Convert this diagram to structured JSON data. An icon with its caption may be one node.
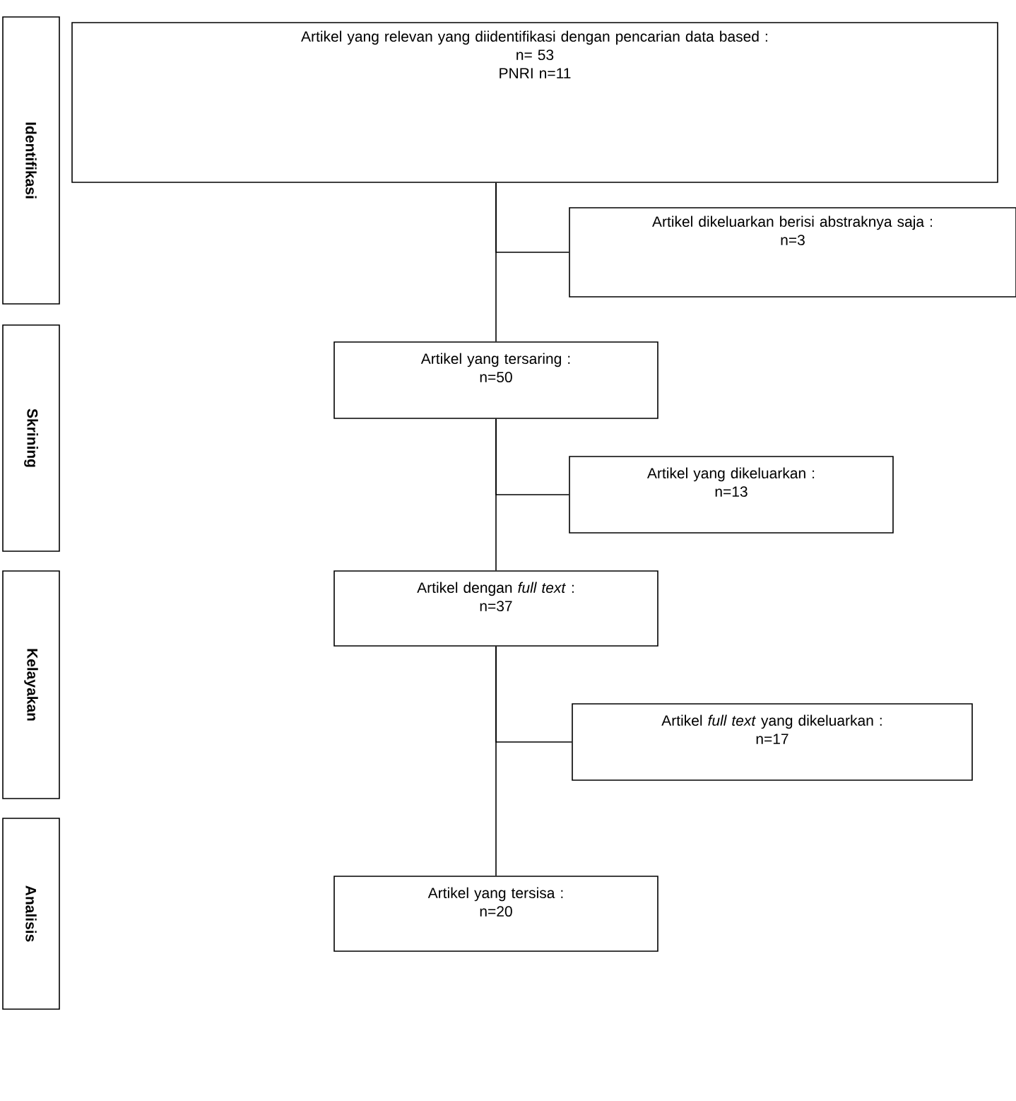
{
  "diagram": {
    "nodes": [
      {
        "text": [
          "Identifikasi"
        ]
      },
      {
        "text": [
          "Skrining"
        ]
      },
      {
        "text": [
          "Kelayakan"
        ]
      },
      {
        "text": [
          "Analisis"
        ]
      },
      {
        "text": [
          "Artikel yang relevan yang diidentifikasi dengan pencarian data based :",
          "n= 53",
          "PNRI n=11"
        ]
      },
      {
        "text": [
          "Artikel dikeluarkan berisi abstraknya saja :",
          "n=3"
        ]
      },
      {
        "text": [
          "Artikel yang tersaring :",
          "n=50"
        ]
      },
      {
        "text": [
          "Artikel yang dikeluarkan :",
          "n=13"
        ]
      },
      {
        "text": [
          "Artikel dengan *full text* :",
          "n=37"
        ]
      },
      {
        "text": [
          "Artikel *full text* yang dikeluarkan :",
          "n=17"
        ]
      },
      {
        "text": [
          "Artikel yang tersisa :",
          "n=20"
        ]
      }
    ],
    "edges": [
      {
        "from": 4,
        "to": 6,
        "arrow": "none"
      },
      {
        "from": 4,
        "to": 5,
        "arrow": "none"
      },
      {
        "from": 6,
        "to": 8,
        "arrow": "none"
      },
      {
        "from": 6,
        "to": 7,
        "arrow": "none"
      },
      {
        "from": 8,
        "to": 10,
        "arrow": "none"
      },
      {
        "from": 8,
        "to": 9,
        "arrow": "none"
      }
    ]
  }
}
